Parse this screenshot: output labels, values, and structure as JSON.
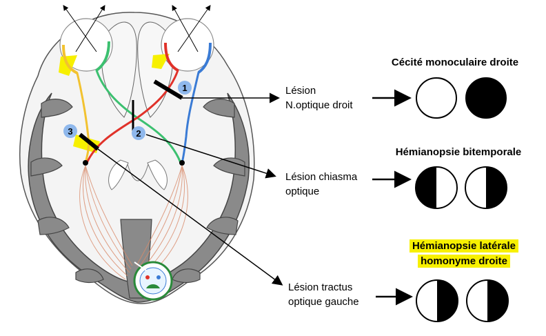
{
  "diagram": {
    "lesion_markers": [
      "1",
      "2",
      "3"
    ],
    "lesions": [
      {
        "line1": "Lésion",
        "line2": "N.optique droit"
      },
      {
        "line1": "Lésion chiasma",
        "line2": "optique"
      },
      {
        "line1": "Lésion tractus",
        "line2": "optique gauche"
      }
    ],
    "deficits": [
      {
        "title": "Cécité monoculaire droite",
        "left_eye": "normal",
        "right_eye": "blind"
      },
      {
        "title": "Hémianopsie bitemporale",
        "left_eye": "left-half-blind",
        "right_eye": "right-half-blind"
      },
      {
        "title_line1": "Hémianopsie latérale",
        "title_line2": "homonyme droite",
        "highlighted": true,
        "left_eye": "right-half-blind",
        "right_eye": "right-half-blind"
      }
    ],
    "colors": {
      "brain_gray": "#8a8a8a",
      "highlight_yellow": "#f7f000",
      "nerve_blue": "#3a7bd5",
      "nerve_red": "#e0322a",
      "nerve_green": "#3cc070",
      "nerve_yellow": "#f2c230",
      "marker_blue": "#8fb8ec"
    }
  }
}
